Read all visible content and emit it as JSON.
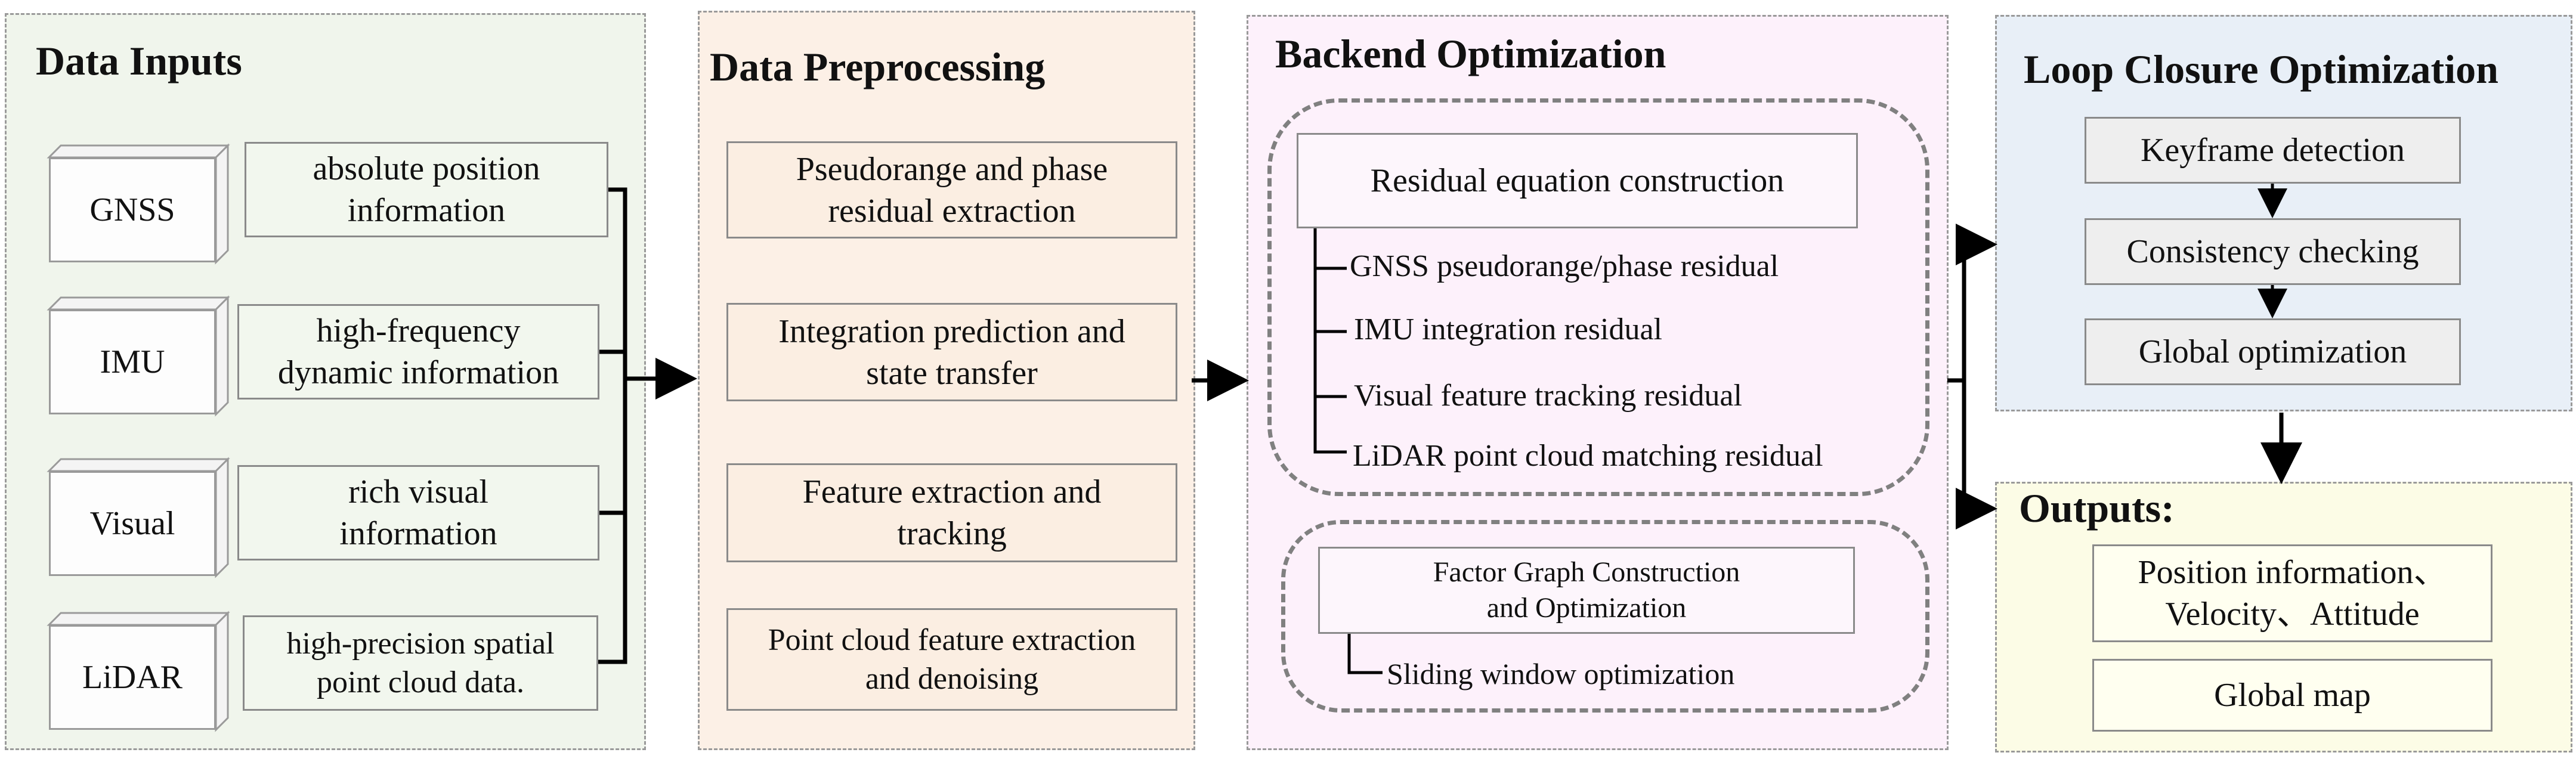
{
  "colors": {
    "inputs_bg": "#f0f5ec",
    "preprocessing_bg": "#fcf0e6",
    "backend_bg": "#fdf1fb",
    "loop_bg": "#e8eff7",
    "outputs_bg": "#fcfce6",
    "output_box_bg": "#fffff0",
    "line": "#000000"
  },
  "inputs": {
    "title": "Data Inputs",
    "sensors": [
      {
        "name": "GNSS",
        "desc_line1": "absolute position",
        "desc_line2": "information"
      },
      {
        "name": "IMU",
        "desc_line1": "high-frequency",
        "desc_line2": "dynamic information"
      },
      {
        "name": "Visual",
        "desc_line1": "rich visual",
        "desc_line2": "information"
      },
      {
        "name": "LiDAR",
        "desc_line1": "high-precision spatial",
        "desc_line2": "point cloud data."
      }
    ]
  },
  "preprocessing": {
    "title": "Data Preprocessing",
    "steps": [
      {
        "line1": "Pseudorange and phase",
        "line2": "residual extraction"
      },
      {
        "line1": "Integration prediction and",
        "line2": "state transfer"
      },
      {
        "line1": "Feature extraction and",
        "line2": "tracking"
      },
      {
        "line1": "Point cloud feature extraction",
        "line2": "and denoising"
      }
    ]
  },
  "backend": {
    "title": "Backend Optimization",
    "residual_box": "Residual equation construction",
    "residuals": [
      "GNSS pseudorange/phase residual",
      "IMU integration residual",
      "Visual feature tracking residual",
      "LiDAR point cloud matching residual"
    ],
    "factor_box_line1": "Factor Graph Construction",
    "factor_box_line2": "and Optimization",
    "sliding": "Sliding window optimization"
  },
  "loop": {
    "title": "Loop Closure Optimization",
    "steps": [
      "Keyframe detection",
      "Consistency checking",
      "Global optimization"
    ]
  },
  "outputs": {
    "title": "Outputs:",
    "box1_line1": "Position information、",
    "box1_line2": "Velocity、Attitude",
    "box2": "Global map"
  }
}
